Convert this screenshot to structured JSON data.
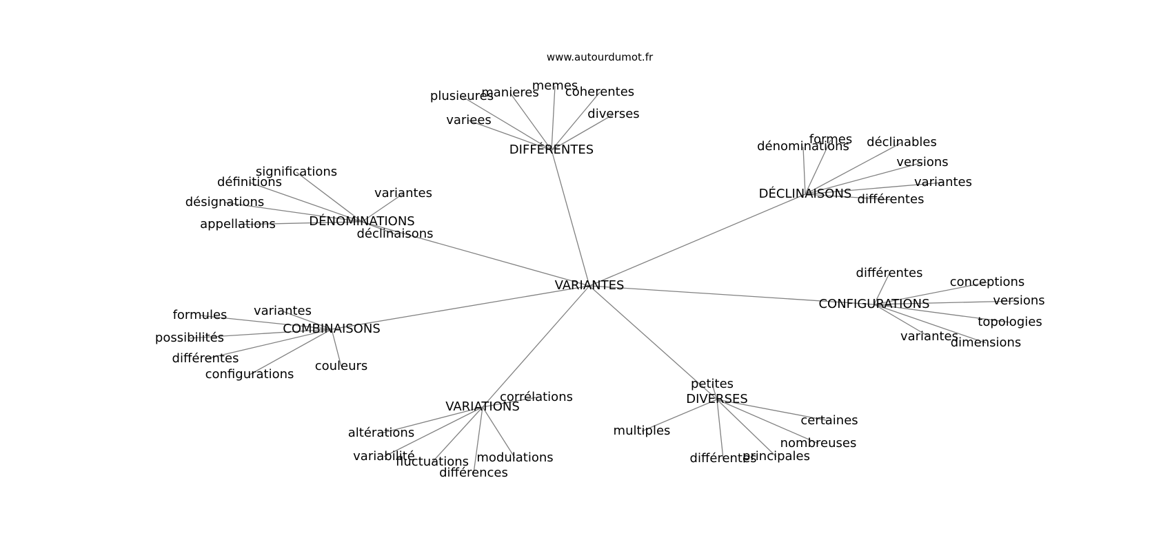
{
  "site": "www.autourdumot.fr",
  "center": "VARIANTES",
  "groups": [
    {
      "label": "DIFFÉRENTES",
      "leaves": [
        "memes",
        "manieres",
        "plusieures",
        "coherentes",
        "diverses",
        "variees"
      ]
    },
    {
      "label": "DÉCLINAISONS",
      "leaves": [
        "dénominations",
        "formes",
        "déclinables",
        "versions",
        "variantes",
        "différentes"
      ]
    },
    {
      "label": "DÉNOMINATIONS",
      "leaves": [
        "significations",
        "définitions",
        "désignations",
        "appellations",
        "variantes",
        "déclinaisons"
      ]
    },
    {
      "label": "CONFIGURATIONS",
      "leaves": [
        "différentes",
        "conceptions",
        "versions",
        "topologies",
        "dimensions",
        "variantes"
      ]
    },
    {
      "label": "COMBINAISONS",
      "leaves": [
        "variantes",
        "formules",
        "possibilités",
        "différentes",
        "configurations",
        "couleurs"
      ]
    },
    {
      "label": "DIVERSES",
      "leaves": [
        "petites",
        "certaines",
        "nombreuses",
        "principales",
        "différentes",
        "multiples"
      ]
    },
    {
      "label": "VARIATIONS",
      "leaves": [
        "corrélations",
        "altérations",
        "variabilité",
        "fluctuations",
        "différences",
        "modulations"
      ]
    }
  ]
}
